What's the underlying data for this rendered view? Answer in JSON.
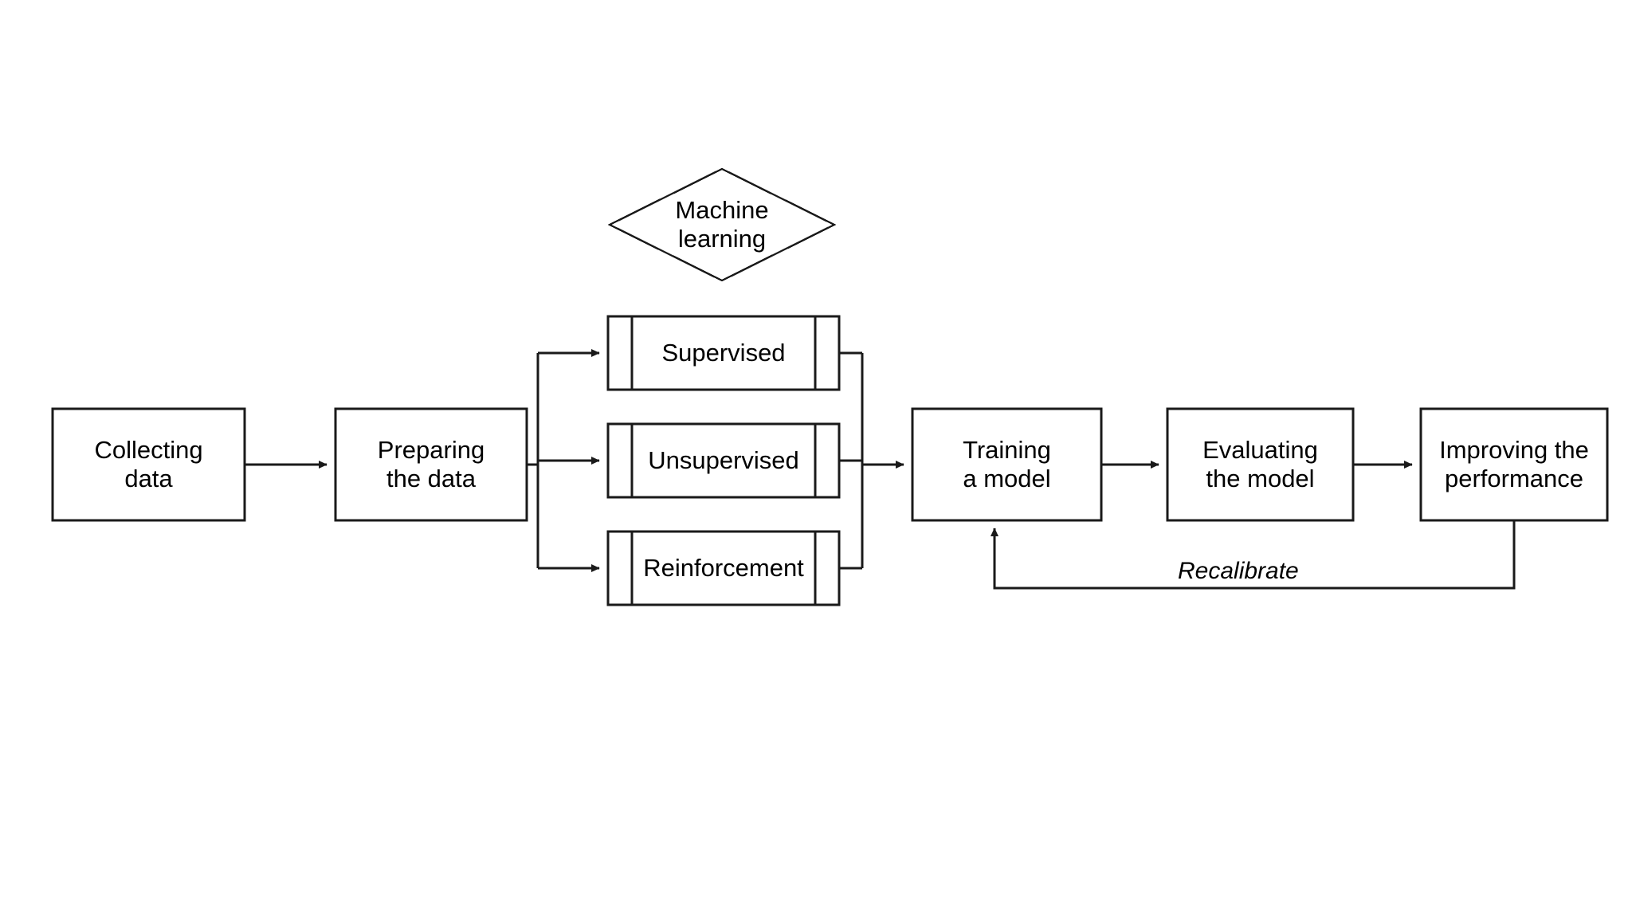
{
  "diagram": {
    "title": "Machine learning workflow flowchart",
    "stroke_color": "#1a1a1a",
    "fill_color": "#ffffff",
    "text_color": "#000000",
    "background": "#ffffff",
    "nodes": {
      "collecting_data": {
        "label": "Collecting\ndata",
        "shape": "process"
      },
      "preparing_data": {
        "label": "Preparing\nthe data",
        "shape": "process"
      },
      "machine_learning": {
        "label": "Machine\nlearning",
        "shape": "decision-diamond"
      },
      "supervised": {
        "label": "Supervised",
        "shape": "predefined-process"
      },
      "unsupervised": {
        "label": "Unsupervised",
        "shape": "predefined-process"
      },
      "reinforcement": {
        "label": "Reinforcement",
        "shape": "predefined-process"
      },
      "training_model": {
        "label": "Training\na model",
        "shape": "process"
      },
      "evaluating_model": {
        "label": "Evaluating\nthe model",
        "shape": "process"
      },
      "improving_performance": {
        "label": "Improving the\nperformance",
        "shape": "process"
      }
    },
    "edges": [
      {
        "from": "collecting_data",
        "to": "preparing_data",
        "label": ""
      },
      {
        "from": "preparing_data",
        "to": "supervised",
        "label": ""
      },
      {
        "from": "preparing_data",
        "to": "unsupervised",
        "label": ""
      },
      {
        "from": "preparing_data",
        "to": "reinforcement",
        "label": ""
      },
      {
        "from": "supervised",
        "to": "training_model",
        "label": ""
      },
      {
        "from": "unsupervised",
        "to": "training_model",
        "label": ""
      },
      {
        "from": "reinforcement",
        "to": "training_model",
        "label": ""
      },
      {
        "from": "training_model",
        "to": "evaluating_model",
        "label": ""
      },
      {
        "from": "evaluating_model",
        "to": "improving_performance",
        "label": ""
      },
      {
        "from": "improving_performance",
        "to": "training_model",
        "label": "Recalibrate"
      }
    ],
    "edge_labels": {
      "recalibrate": "Recalibrate"
    }
  }
}
